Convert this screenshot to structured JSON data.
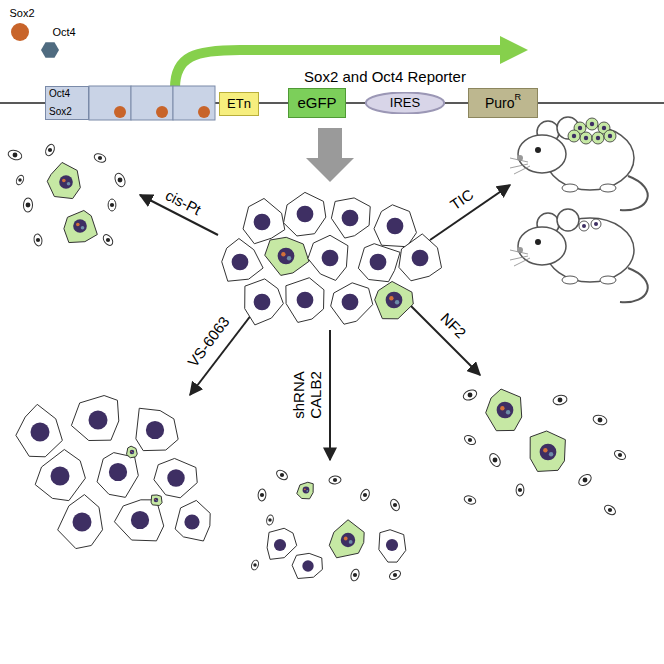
{
  "diagram": {
    "nodes": [
      {
        "text": [
          "Oct4",
          "Sox2"
        ]
      },
      {
        "text": [
          "ETn"
        ]
      },
      {
        "text": [
          "eGFP"
        ]
      },
      {
        "text": [
          "IRES"
        ]
      },
      {
        "text": [
          "Puro",
          "R"
        ]
      }
    ],
    "labels": [
      "Sox2",
      "Oct4",
      "Sox2 and Oct4 Reporter",
      "cis-Pt",
      "TIC",
      "VS-6063",
      "shRNA CALB2",
      "NF2"
    ]
  }
}
